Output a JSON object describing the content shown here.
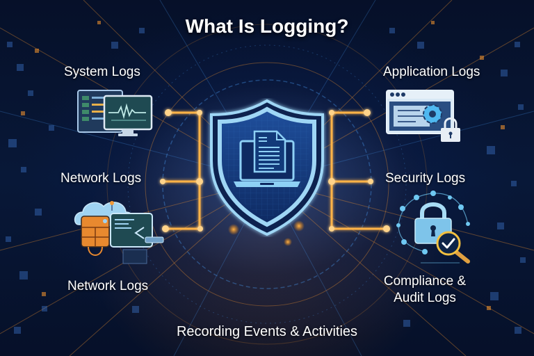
{
  "title": "What Is Logging?",
  "subtitle": "Recording Events & Activities",
  "categories": {
    "system_logs": {
      "label": "System Logs",
      "icon": "computer-monitors-icon"
    },
    "network_logs_top": {
      "label": "Network Logs"
    },
    "network_logs_bottom": {
      "label": "Network Logs",
      "icon": "cloud-server-network-icon"
    },
    "application_logs": {
      "label": "Application Logs",
      "icon": "app-window-gear-lock-icon"
    },
    "security_logs": {
      "label": "Security Logs",
      "icon": "padlock-network-icon"
    },
    "compliance_logs": {
      "label_line1": "Compliance &",
      "label_line2": "Audit Logs",
      "icon": "magnifier-check-icon"
    }
  },
  "center": {
    "icon": "shield-laptop-document-icon"
  },
  "colors": {
    "background": "#061029",
    "accent_orange": "#ffb347",
    "accent_blue": "#6fc8f2",
    "shield_border": "#9fd6f5",
    "text": "#ffffff"
  }
}
